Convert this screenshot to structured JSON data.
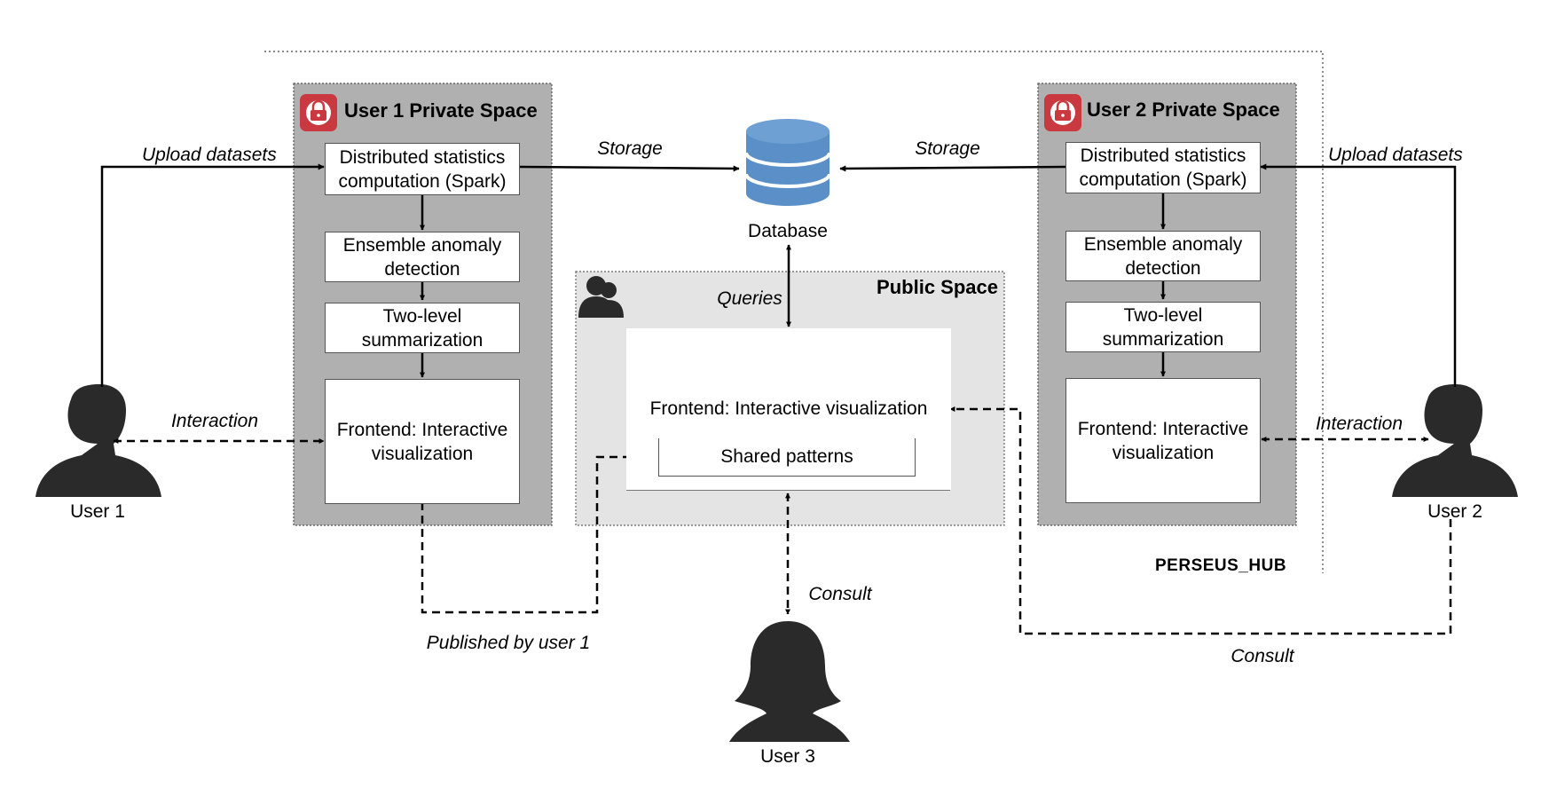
{
  "colors": {
    "private_space_fill": "#b0b0b0",
    "public_space_fill": "#e4e4e4",
    "lock_badge": "#c9393f",
    "database_blue": "#5b8fc7",
    "person_silhouette": "#2a2a2a"
  },
  "hub": {
    "label": "PERSEUS_HUB"
  },
  "user1_space": {
    "title": "User 1 Private Space",
    "icon": "lock-icon",
    "steps": [
      "Distributed statistics computation (Spark)",
      "Ensemble anomaly detection",
      "Two-level summarization",
      "Frontend: Interactive visualization"
    ]
  },
  "user2_space": {
    "title": "User 2 Private Space",
    "icon": "lock-icon",
    "steps": [
      "Distributed statistics computation (Spark)",
      "Ensemble anomaly detection",
      "Two-level summarization",
      "Frontend: Interactive visualization"
    ]
  },
  "public_space": {
    "title": "Public Space",
    "icon": "group-icon",
    "frontend": "Frontend: Interactive visualization",
    "shared": "Shared patterns"
  },
  "database": {
    "label": "Database",
    "icon": "database-icon"
  },
  "users": {
    "user1": "User 1",
    "user2": "User 2",
    "user3": "User 3"
  },
  "edges": {
    "upload_left": "Upload datasets",
    "upload_right": "Upload datasets",
    "storage_left": "Storage",
    "storage_right": "Storage",
    "queries": "Queries",
    "interaction_left": "Interaction",
    "interaction_right": "Interaction",
    "published": "Published by user 1",
    "consult_user3": "Consult",
    "consult_user2": "Consult"
  }
}
